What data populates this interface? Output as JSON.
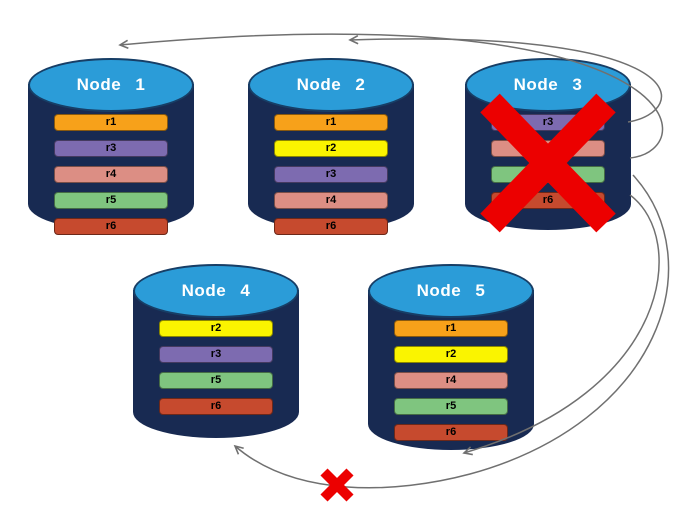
{
  "palette": {
    "cylinder_body": "#182A52",
    "cylinder_top": "#2B9CD8",
    "cylinder_top_border": "#173E66",
    "title_color": "#FFFFFF",
    "arrow_color": "#707070",
    "failure_color": "#EC0000"
  },
  "replica_colors": {
    "r1": "#F7A11A",
    "r2": "#FAF400",
    "r3": "#7D6BB0",
    "r4": "#DC8E84",
    "r5": "#7FC57F",
    "r6": "#C64A2E"
  },
  "nodes": [
    {
      "title": "Node 1",
      "replicas": [
        "r1",
        "r3",
        "r4",
        "r5",
        "r6"
      ],
      "failed": false
    },
    {
      "title": "Node 2",
      "replicas": [
        "r1",
        "r2",
        "r3",
        "r4",
        "r6"
      ],
      "failed": false
    },
    {
      "title": "Node 3",
      "replicas": [
        "r3",
        "r4",
        "r5",
        "r6"
      ],
      "failed": true
    },
    {
      "title": "Node 4",
      "replicas": [
        "r2",
        "r3",
        "r5",
        "r6"
      ],
      "failed": false
    },
    {
      "title": "Node 5",
      "replicas": [
        "r1",
        "r2",
        "r4",
        "r5",
        "r6"
      ],
      "failed": false
    }
  ],
  "arrows": [
    {
      "from": "Node 3",
      "to": "Node 2",
      "blocked": false
    },
    {
      "from": "Node 3",
      "to": "Node 1",
      "blocked": false
    },
    {
      "from": "Node 3",
      "to": "Node 5",
      "blocked": false
    },
    {
      "from": "Node 3",
      "to": "Node 4",
      "blocked": true
    }
  ]
}
